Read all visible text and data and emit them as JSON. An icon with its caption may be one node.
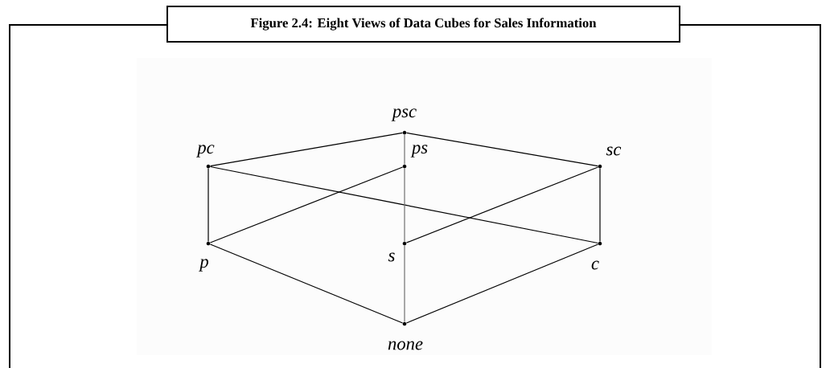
{
  "diagram": {
    "title": "Figure 2.4: Eight Views of Data Cubes for Sales Information",
    "nodes": [
      {
        "text": [],
        "shape": "circle",
        "beside": [
          "psc"
        ]
      },
      {
        "text": [],
        "shape": "circle",
        "beside": [
          "pc"
        ]
      },
      {
        "text": [],
        "shape": "circle",
        "beside": [
          "ps"
        ]
      },
      {
        "text": [],
        "shape": "circle",
        "beside": [
          "sc"
        ]
      },
      {
        "text": [],
        "shape": "circle",
        "beside": [
          "p"
        ]
      },
      {
        "text": [],
        "shape": "circle",
        "beside": [
          "s"
        ]
      },
      {
        "text": [],
        "shape": "circle",
        "beside": [
          "c"
        ]
      },
      {
        "text": [],
        "shape": "circle",
        "beside": [
          "none"
        ]
      }
    ],
    "edges": [
      {
        "from": 0,
        "to": 1,
        "arrow": "none"
      },
      {
        "from": 0,
        "to": 2,
        "arrow": "none",
        "color": "#707070"
      },
      {
        "from": 0,
        "to": 3,
        "arrow": "none"
      },
      {
        "from": 1,
        "to": 4,
        "arrow": "none"
      },
      {
        "from": 1,
        "to": 6,
        "arrow": "none"
      },
      {
        "from": 2,
        "to": 4,
        "arrow": "none"
      },
      {
        "from": 2,
        "to": 5,
        "arrow": "none",
        "color": "#707070"
      },
      {
        "from": 3,
        "to": 5,
        "arrow": "none"
      },
      {
        "from": 3,
        "to": 6,
        "arrow": "none"
      },
      {
        "from": 4,
        "to": 7,
        "arrow": "none"
      },
      {
        "from": 5,
        "to": 7,
        "arrow": "none",
        "color": "#707070"
      },
      {
        "from": 6,
        "to": 7,
        "arrow": "none"
      }
    ]
  }
}
